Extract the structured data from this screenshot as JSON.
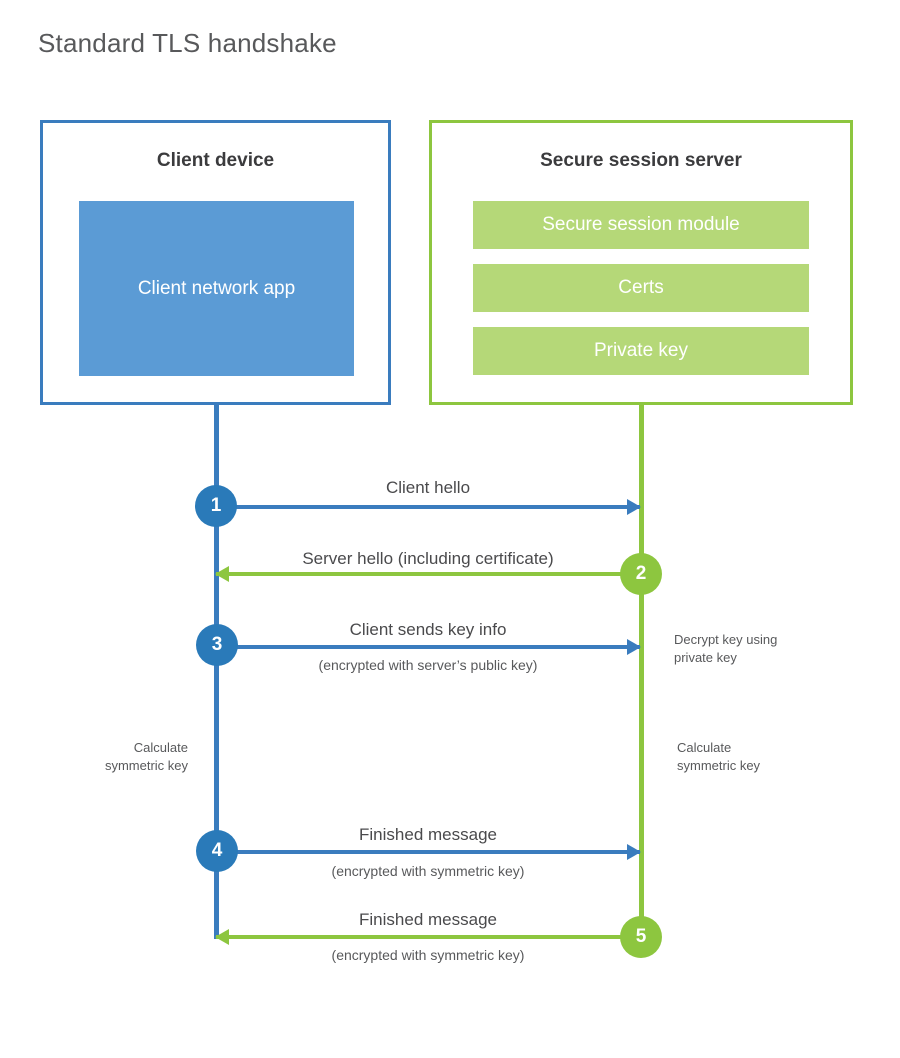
{
  "title": "Standard TLS handshake",
  "colors": {
    "client_blue": "#3a7cbe",
    "client_circle_blue": "#2a7ab9",
    "client_app_fill": "#5b9bd5",
    "server_green": "#8dc63f",
    "server_bar_fill": "#b5d878",
    "title_gray": "#58595b",
    "background": "#ffffff"
  },
  "entities": {
    "client": {
      "title": "Client device",
      "app_label": "Client network app"
    },
    "server": {
      "title": "Secure session server",
      "modules": [
        "Secure session module",
        "Certs",
        "Private key"
      ]
    }
  },
  "messages": [
    {
      "step": "1",
      "label": "Client hello",
      "sublabel": "",
      "direction": "client-to-server",
      "color": "blue"
    },
    {
      "step": "2",
      "label": "Server hello (including certificate)",
      "sublabel": "",
      "direction": "server-to-client",
      "color": "green"
    },
    {
      "step": "3",
      "label": "Client sends key info",
      "sublabel": "(encrypted with server’s public key)",
      "direction": "client-to-server",
      "color": "blue"
    },
    {
      "step": "4",
      "label": "Finished message",
      "sublabel": "(encrypted with symmetric key)",
      "direction": "client-to-server",
      "color": "blue"
    },
    {
      "step": "5",
      "label": "Finished message",
      "sublabel": "(encrypted with symmetric key)",
      "direction": "server-to-client",
      "color": "green"
    }
  ],
  "annotations": {
    "decrypt_key": "Decrypt key using\nprivate key",
    "decrypt_key_line1": "Decrypt key using",
    "decrypt_key_line2": "private key",
    "client_calc_line1": "Calculate",
    "client_calc_line2": "symmetric key",
    "server_calc_line1": "Calculate",
    "server_calc_line2": "symmetric key"
  }
}
